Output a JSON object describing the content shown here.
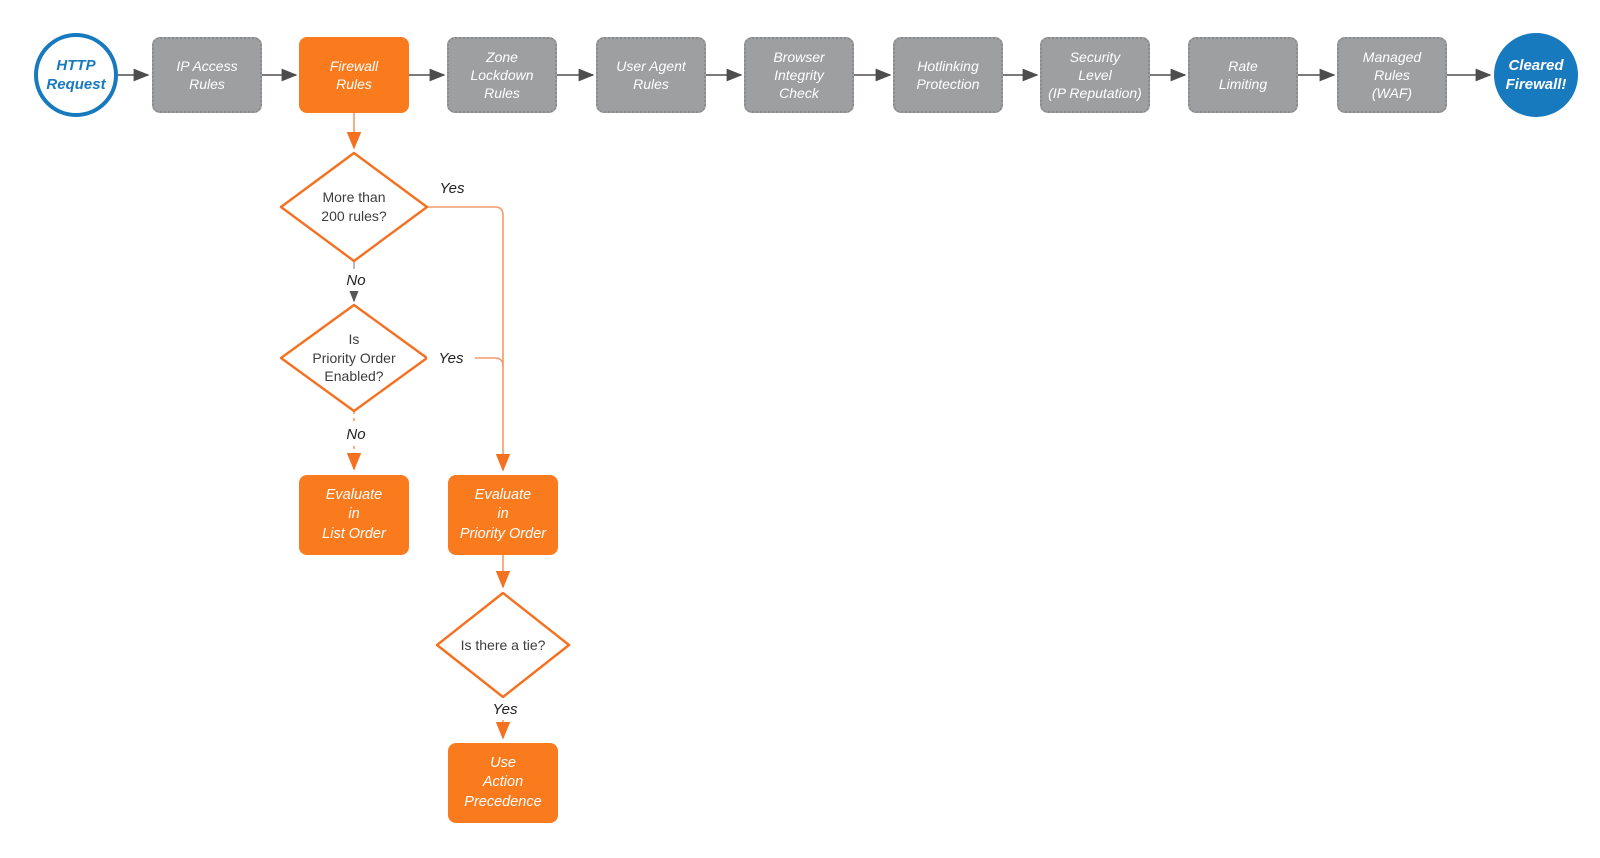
{
  "flowchart": {
    "start": {
      "label": "HTTP\nRequest"
    },
    "stages": [
      {
        "id": "ip-access-rules",
        "label": "IP Access\nRules",
        "variant": "gray"
      },
      {
        "id": "firewall-rules",
        "label": "Firewall\nRules",
        "variant": "orange"
      },
      {
        "id": "zone-lockdown-rules",
        "label": "Zone\nLockdown\nRules",
        "variant": "gray"
      },
      {
        "id": "user-agent-rules",
        "label": "User Agent\nRules",
        "variant": "gray"
      },
      {
        "id": "browser-integrity-check",
        "label": "Browser\nIntegrity\nCheck",
        "variant": "gray"
      },
      {
        "id": "hotlinking-protection",
        "label": "Hotlinking\nProtection",
        "variant": "gray"
      },
      {
        "id": "security-level",
        "label": "Security\nLevel\n(IP Reputation)",
        "variant": "gray"
      },
      {
        "id": "rate-limiting",
        "label": "Rate\nLimiting",
        "variant": "gray"
      },
      {
        "id": "managed-rules-waf",
        "label": "Managed\nRules\n(WAF)",
        "variant": "gray"
      }
    ],
    "end": {
      "label": "Cleared\nFirewall!"
    },
    "decisions": [
      {
        "id": "more-than-200-rules",
        "label": "More than\n200 rules?"
      },
      {
        "id": "priority-order-enabled",
        "label": "Is\nPriority Order\nEnabled?"
      },
      {
        "id": "is-there-a-tie",
        "label": "Is there a tie?"
      }
    ],
    "actions": [
      {
        "id": "evaluate-in-list-order",
        "label": "Evaluate\nin\nList Order"
      },
      {
        "id": "evaluate-in-priority-order",
        "label": "Evaluate\nin\nPriority Order"
      },
      {
        "id": "use-action-precedence",
        "label": "Use\nAction\nPrecedence"
      }
    ],
    "edge_labels": {
      "yes_200_rules": "Yes",
      "no_200_rules": "No",
      "yes_priority_enabled": "Yes",
      "no_priority_enabled": "No",
      "yes_tie": "Yes"
    },
    "colors": {
      "orange_fill": "#F97B1E",
      "orange_stroke": "#F4711F",
      "orange_line": "#F49B66",
      "gray_fill": "#9E9FA0",
      "gray_border": "#898A8B",
      "blue": "#1779BE",
      "arrow_dark": "#4D4D4D",
      "no_line_gray": "#9B9B9B",
      "diamond_text": "#3D3D3D",
      "label_text": "#222222"
    }
  }
}
